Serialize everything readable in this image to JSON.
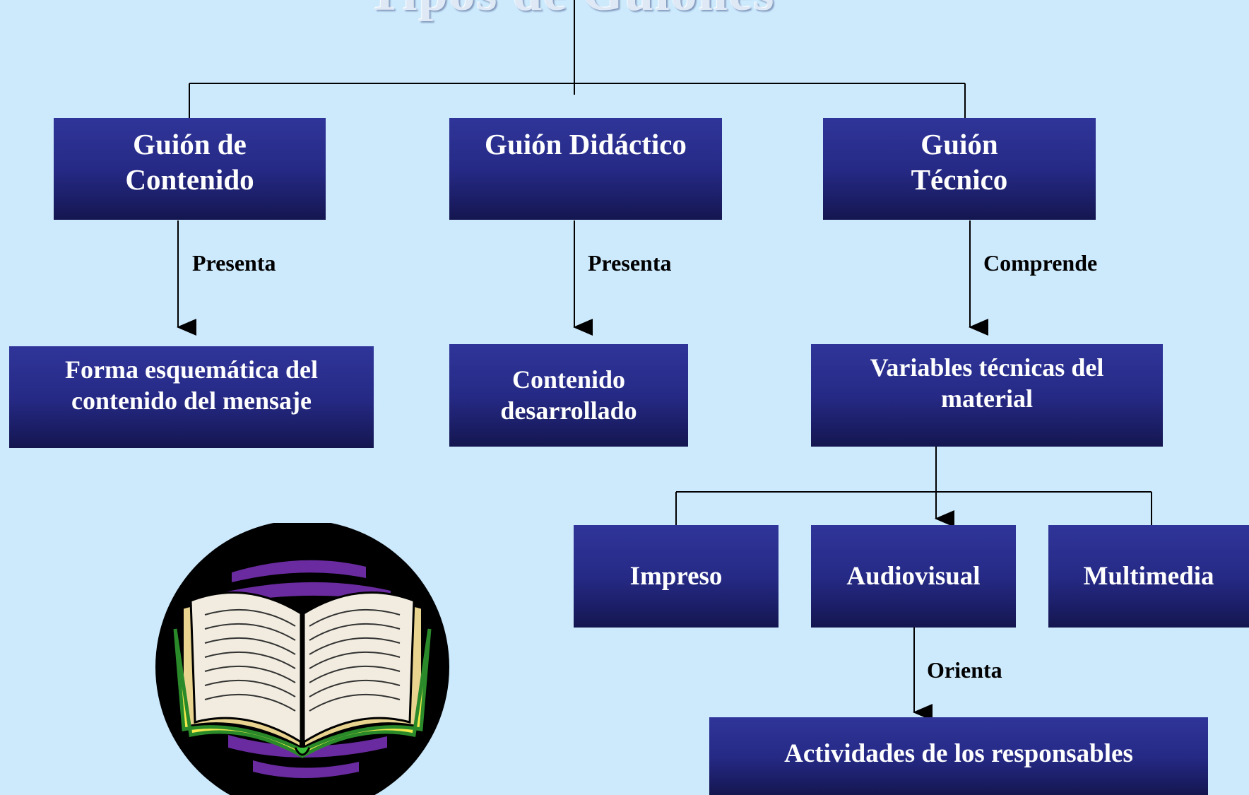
{
  "diagram": {
    "title": "Tipos de Guiones",
    "boxes": {
      "guion_contenido": "Guión de\nContenido",
      "guion_didactico": "Guión Didáctico",
      "guion_tecnico": "Guión\nTécnico",
      "forma_esquematica": "Forma esquemática del\ncontenido del  mensaje",
      "contenido_desarrollado": "Contenido\ndesarrollado",
      "variables_tecnicas": "Variables técnicas del\nmaterial",
      "impreso": "Impreso",
      "audiovisual": "Audiovisual",
      "multimedia": "Multimedia",
      "actividades": "Actividades  de  los  responsables"
    },
    "connectors": {
      "presenta_1": "Presenta",
      "presenta_2": "Presenta",
      "comprende": "Comprende",
      "orienta": "Orienta"
    },
    "colors": {
      "background": "#cdeafd",
      "box_top": "#2f3599",
      "box_bottom": "#141650",
      "text_on_box": "#ffffff",
      "line": "#000000"
    },
    "illustration": "open-book-clipart"
  }
}
